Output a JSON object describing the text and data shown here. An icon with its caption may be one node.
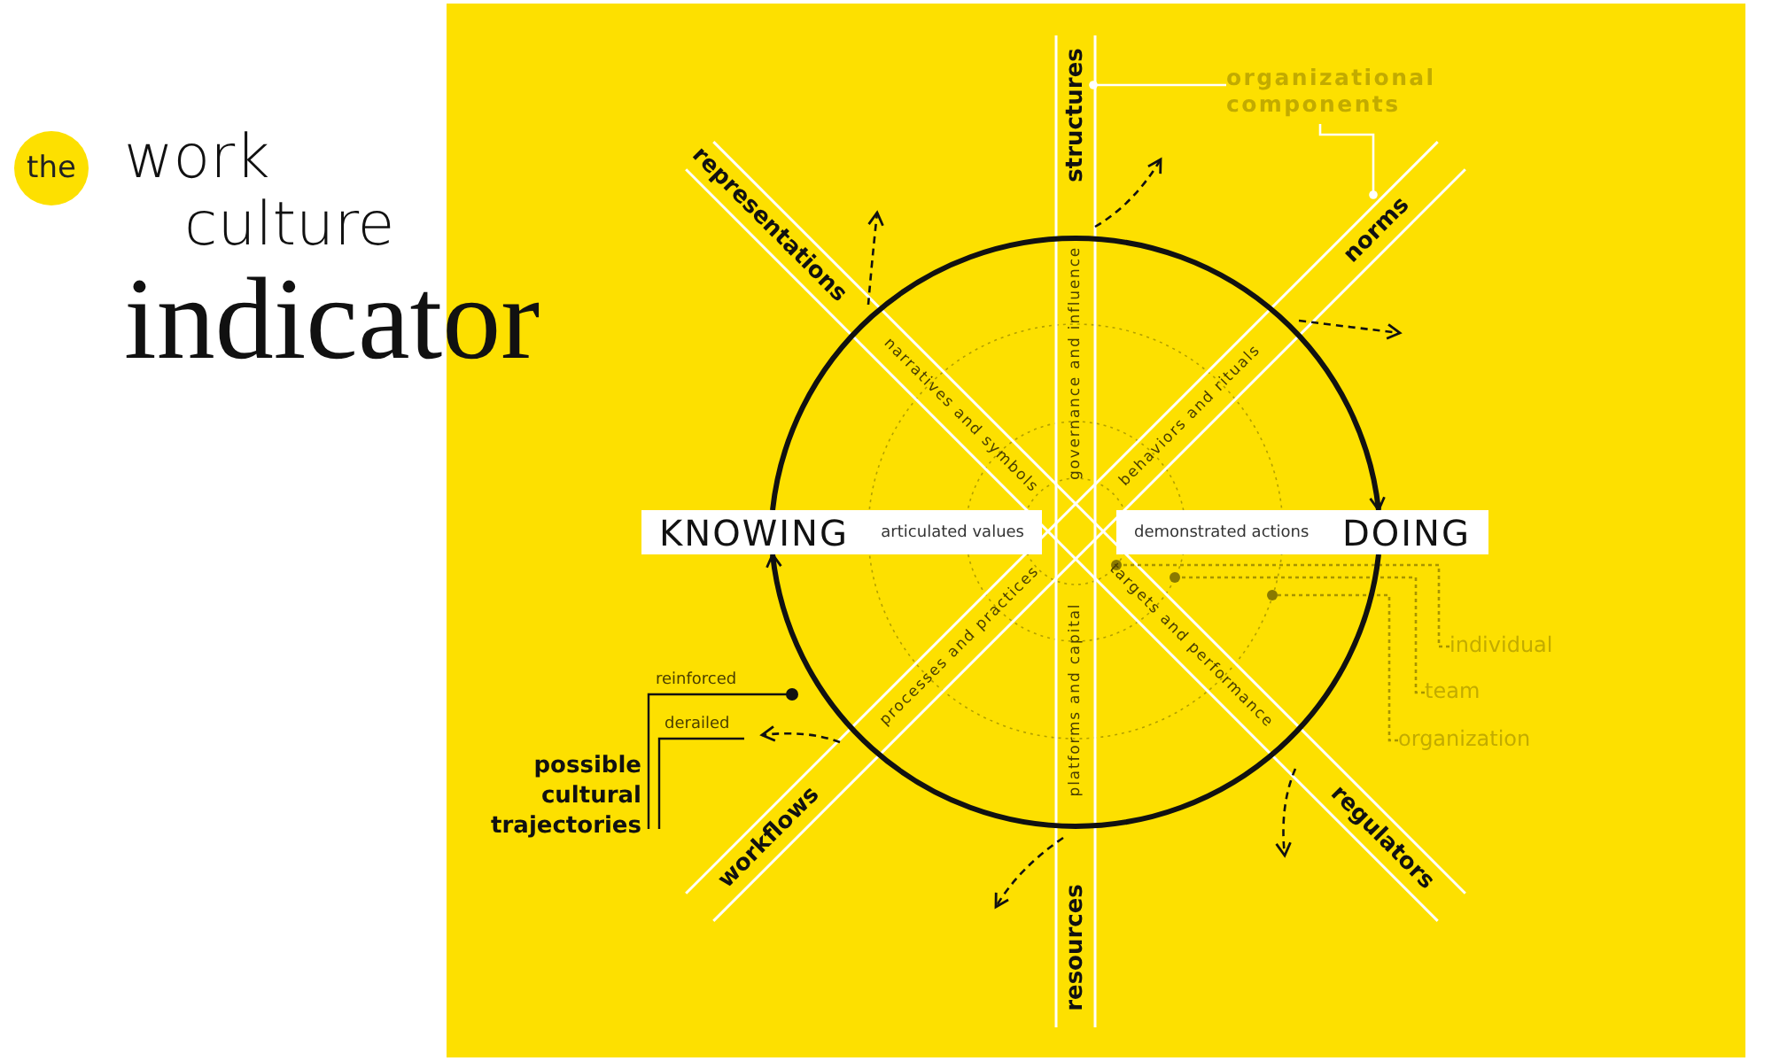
{
  "diagram": {
    "title": "work culture indicator",
    "nodes": [
      {
        "text": [
          "the"
        ]
      },
      {
        "text": [
          "representations"
        ]
      },
      {
        "text": [
          "narratives and symbols"
        ]
      },
      {
        "text": [
          "structures"
        ]
      },
      {
        "text": [
          "governance and influence"
        ]
      },
      {
        "text": [
          "organizational components"
        ]
      },
      {
        "text": [
          "norms"
        ]
      },
      {
        "text": [
          "behaviors and rituals"
        ]
      },
      {
        "text": [
          "KNOWING",
          "articulated values"
        ]
      },
      {
        "text": [
          "demonstrated actions",
          "DOING"
        ]
      },
      {
        "text": [],
        "shape": "circle"
      },
      {
        "text": [],
        "shape": "circle"
      },
      {
        "text": [],
        "shape": "circle"
      },
      {
        "text": [
          "individual"
        ]
      },
      {
        "text": [
          "team"
        ]
      },
      {
        "text": [
          "organization"
        ]
      },
      {
        "text": [
          "processes and practices"
        ]
      },
      {
        "text": [
          "targets and performance"
        ]
      },
      {
        "text": [
          "platforms and capital"
        ]
      },
      {
        "text": [
          "workflows"
        ]
      },
      {
        "text": [
          "regulators"
        ]
      },
      {
        "text": [
          "resources"
        ]
      }
    ],
    "edges": [
      {
        "from": 5,
        "to": 3,
        "arrow": "other",
        "color": "#ffffff"
      },
      {
        "from": 5,
        "to": 6,
        "arrow": "other",
        "color": "#ffffff"
      },
      {
        "from": 13,
        "to": 10,
        "arrow": "none",
        "style": "dashed",
        "color": "#a89400"
      },
      {
        "from": 14,
        "to": 11,
        "arrow": "none",
        "style": "dashed",
        "color": "#a89400"
      },
      {
        "from": 15,
        "to": 12,
        "arrow": "none",
        "style": "dashed",
        "color": "#a89400"
      },
      {
        "from": 8,
        "to": 9,
        "arrow": "to",
        "style": "thick",
        "color": "#111111"
      },
      {
        "from": 9,
        "to": 8,
        "arrow": "to",
        "style": "thick",
        "color": "#111111"
      }
    ],
    "labels": [
      "reinforced",
      "derailed",
      "possible cultural trajectories"
    ]
  }
}
